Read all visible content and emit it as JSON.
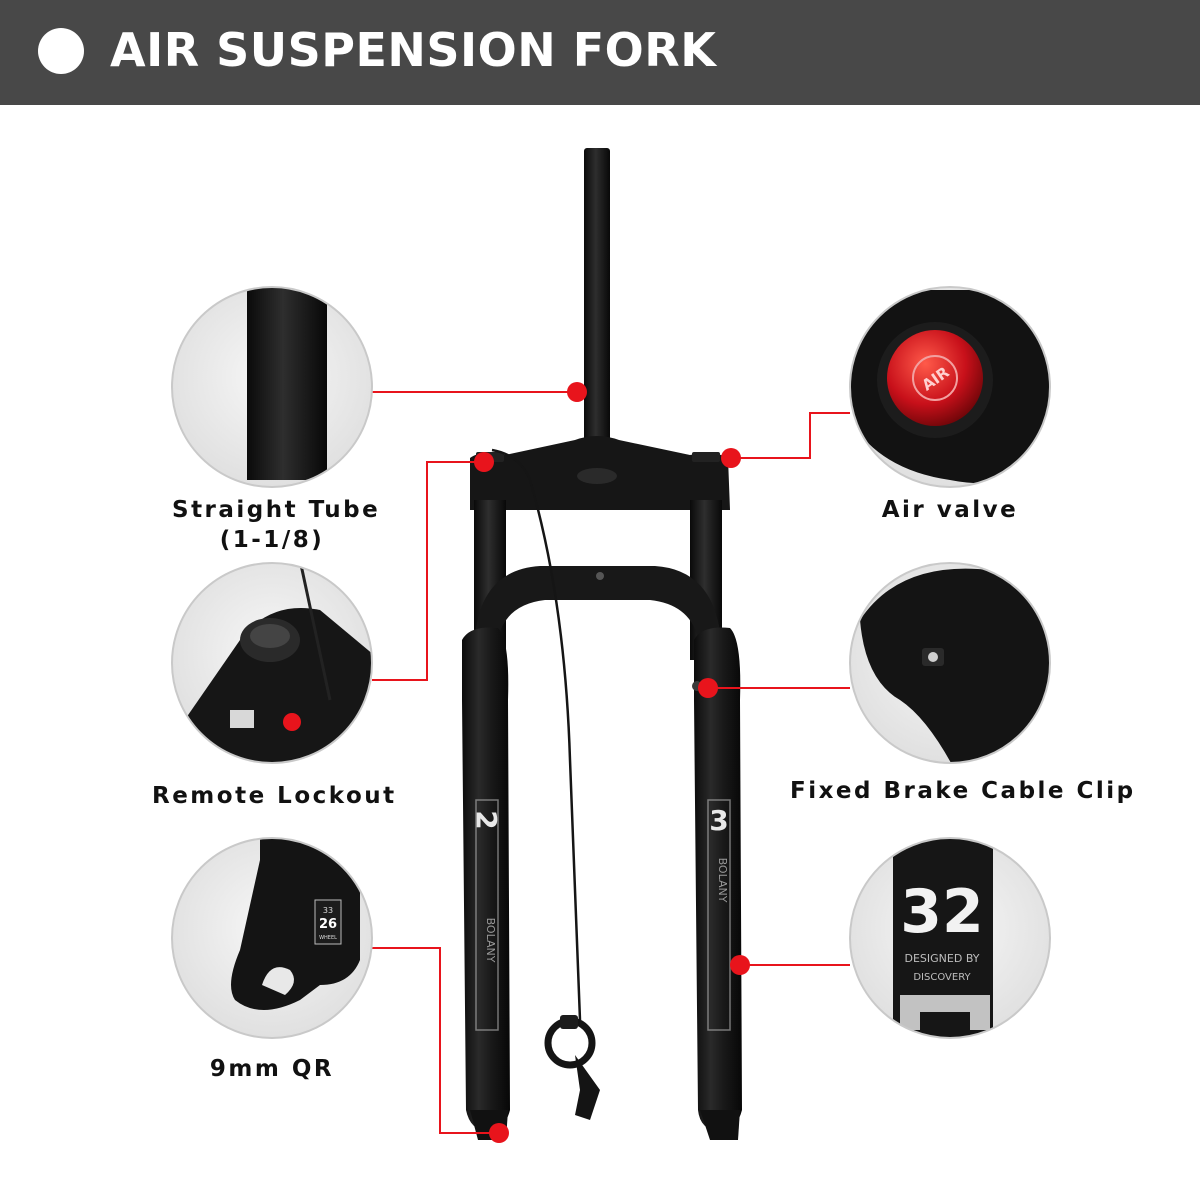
{
  "header": {
    "title": "AIR SUSPENSION FORK"
  },
  "features": {
    "straight_tube": {
      "line1": "Straight Tube",
      "line2": "(1-1/8)"
    },
    "air_valve": {
      "label": "Air valve",
      "valve_text": "AIR"
    },
    "remote_lockout": {
      "label": "Remote Lockout"
    },
    "brake_clip": {
      "label": "Fixed Brake Cable Clip"
    },
    "qr": {
      "label": "9mm QR",
      "decal_top": "33",
      "decal_mid": "26",
      "decal_bot": "WHEEL"
    },
    "decal": {
      "number": "32",
      "line1": "DESIGNED BY",
      "line2": "DISCOVERY"
    }
  },
  "fork_branding": {
    "left_leg_number": "2",
    "right_leg_number": "3",
    "leg_text": "BOLANY"
  },
  "colors": {
    "header_bg": "#484848",
    "accent_red": "#e8141c",
    "fork_black": "#161616",
    "circle_border": "#c9c9c9"
  }
}
